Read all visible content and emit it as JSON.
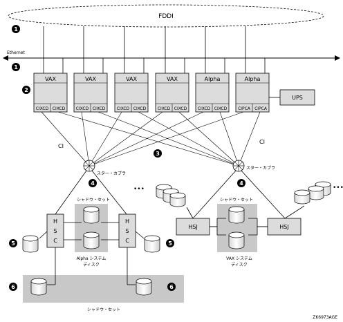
{
  "networks": {
    "fddi": "FDDI",
    "ethernet": "Ethernet"
  },
  "nodes": [
    {
      "name": "VAX",
      "ports": [
        "CIXCD",
        "CIXCD"
      ]
    },
    {
      "name": "VAX",
      "ports": [
        "CIXCD",
        "CIXCD"
      ]
    },
    {
      "name": "VAX",
      "ports": [
        "CIXCD",
        "CIXCD"
      ]
    },
    {
      "name": "VAX",
      "ports": [
        "CIXCD",
        "CIXCD"
      ]
    },
    {
      "name": "Alpha",
      "ports": [
        "CIXCD",
        "CIXCD"
      ]
    },
    {
      "name": "Alpha",
      "ports": [
        "CIPCA",
        "CIPCA"
      ]
    }
  ],
  "ups": "UPS",
  "ci_left": "CI",
  "ci_right": "CI",
  "star_coupler_left": "スター・カプラ",
  "star_coupler_right": "スター・カプラ",
  "controllers": {
    "hsc_letters": [
      "H",
      "S",
      "C"
    ],
    "hsj": "HSJ"
  },
  "shadow_set_left": "シャドウ・セット",
  "shadow_set_right": "シャドウ・セット",
  "shadow_set_bottom": "シャドウ・セット",
  "alpha_disk_line1": "Alpha システム",
  "alpha_disk_line2": "ディスク",
  "vax_disk_line1": "VAX システム",
  "vax_disk_line2": "ディスク",
  "ellipsis": "•••",
  "markers": {
    "m1a": "1",
    "m1b": "1",
    "m2": "2",
    "m3": "3",
    "m4a": "4",
    "m4b": "4",
    "m5a": "5",
    "m5b": "5",
    "m6a": "6",
    "m6b": "6"
  },
  "figure_id": "ZK6973AGE"
}
